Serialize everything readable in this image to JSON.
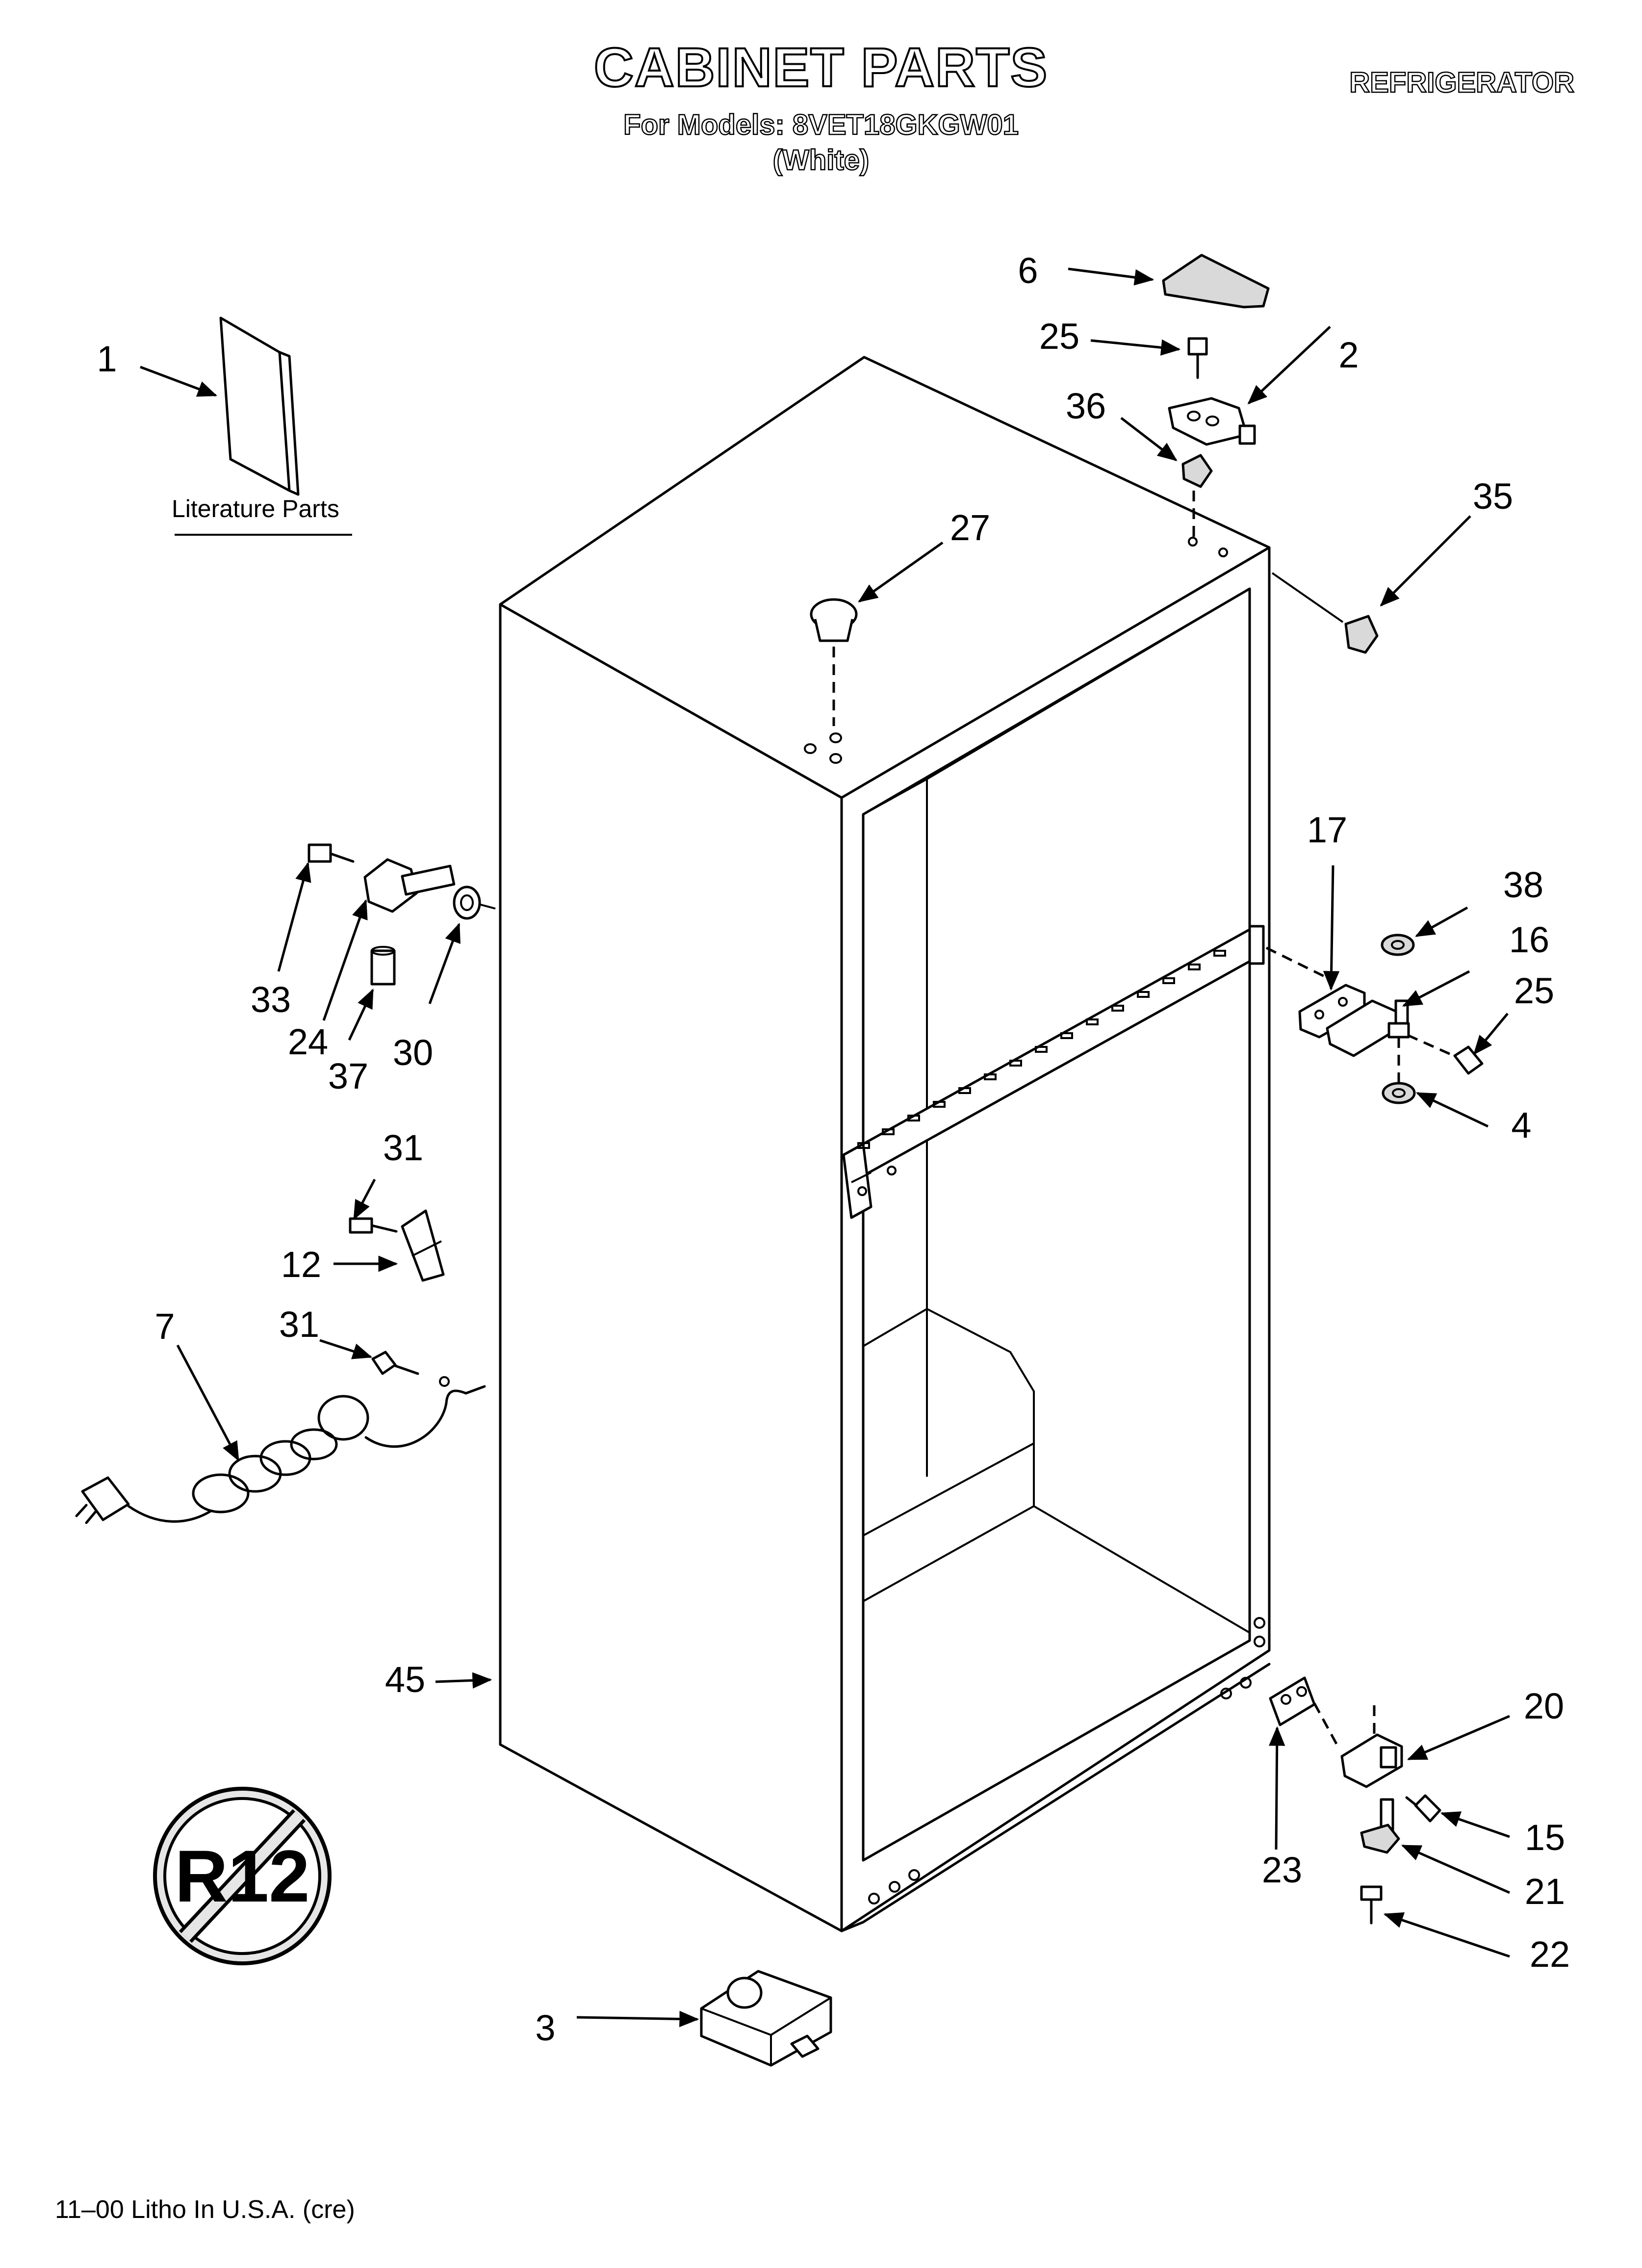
{
  "header": {
    "title": "CABINET PARTS",
    "models": "For Models: 8VET18GKGW01",
    "color": "(White)",
    "category": "REFRIGERATOR"
  },
  "literature": {
    "label": "Literature Parts"
  },
  "footer": {
    "text": "11–00 Litho In U.S.A. (cre)"
  },
  "badge": {
    "text": "R12"
  },
  "callouts": {
    "c1": "1",
    "c2": "2",
    "c3": "3",
    "c4": "4",
    "c6": "6",
    "c7": "7",
    "c12": "12",
    "c15": "15",
    "c16": "16",
    "c17": "17",
    "c20": "20",
    "c21": "21",
    "c22": "22",
    "c23": "23",
    "c24": "24",
    "c25a": "25",
    "c25b": "25",
    "c27": "27",
    "c30": "30",
    "c31a": "31",
    "c31b": "31",
    "c33": "33",
    "c35": "35",
    "c36": "36",
    "c37": "37",
    "c38": "38",
    "c45": "45"
  },
  "colors": {
    "ink": "#000000",
    "paper": "#ffffff",
    "shade": "#d9d9d9",
    "badge_fill": "#e6e6e6"
  }
}
